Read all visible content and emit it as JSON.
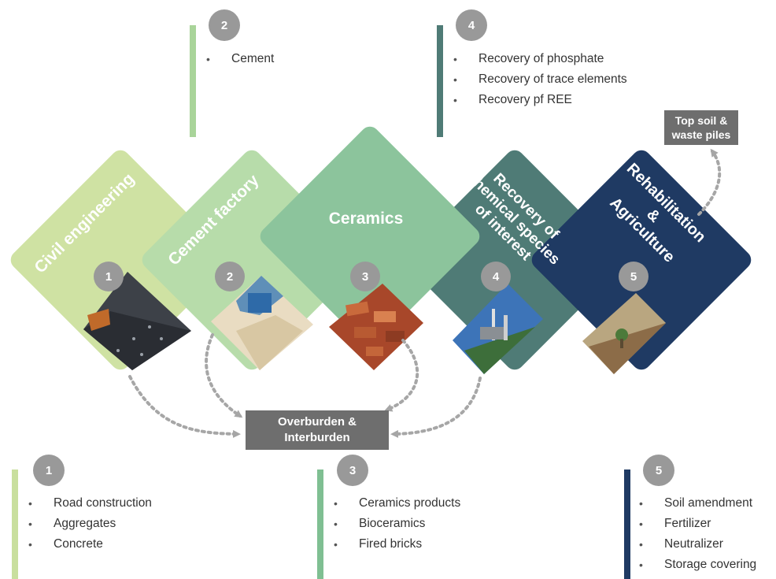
{
  "top_lists": {
    "cement": {
      "number": "2",
      "items": [
        "Cement"
      ],
      "color": "#a9d49a"
    },
    "chemical": {
      "number": "4",
      "items": [
        "Recovery of phosphate",
        "Recovery of trace elements",
        "Recovery pf REE"
      ],
      "color": "#4f7b76"
    }
  },
  "bottom_lists": {
    "civil": {
      "number": "1",
      "items": [
        "Road construction",
        "Aggregates",
        "Concrete"
      ],
      "color": "#c9df9e"
    },
    "ceramics": {
      "number": "3",
      "items": [
        "Ceramics products",
        "Bioceramics",
        "Fired bricks"
      ],
      "color": "#7fbf92"
    },
    "rehab": {
      "number": "5",
      "items": [
        "Soil amendment",
        "Fertilizer",
        "Neutralizer",
        "Storage covering"
      ],
      "color": "#1f3a63"
    }
  },
  "diamonds": [
    {
      "number": "1",
      "label_lines": [
        "Civil engineering"
      ],
      "color": "#cfe2a3"
    },
    {
      "number": "2",
      "label_lines": [
        "Cement factory"
      ],
      "color": "#b7dcaa"
    },
    {
      "number": "3",
      "label_lines": [
        "Ceramics"
      ],
      "color": "#8cc49c"
    },
    {
      "number": "4",
      "label_lines": [
        "Recovery of",
        "chemical species",
        "of interest"
      ],
      "color": "#4f7b76"
    },
    {
      "number": "5",
      "label_lines": [
        "Rehabilitation",
        "&",
        "Agriculture"
      ],
      "color": "#1f3a63"
    }
  ],
  "overburden_box": {
    "lines": [
      "Overburden &",
      "Interburden"
    ]
  },
  "topsoil_box": {
    "lines": [
      "Top soil &",
      "waste piles"
    ]
  },
  "colors": {
    "badge": "#999999",
    "box": "#6e6e6e",
    "arrow": "#a6a6a6"
  }
}
